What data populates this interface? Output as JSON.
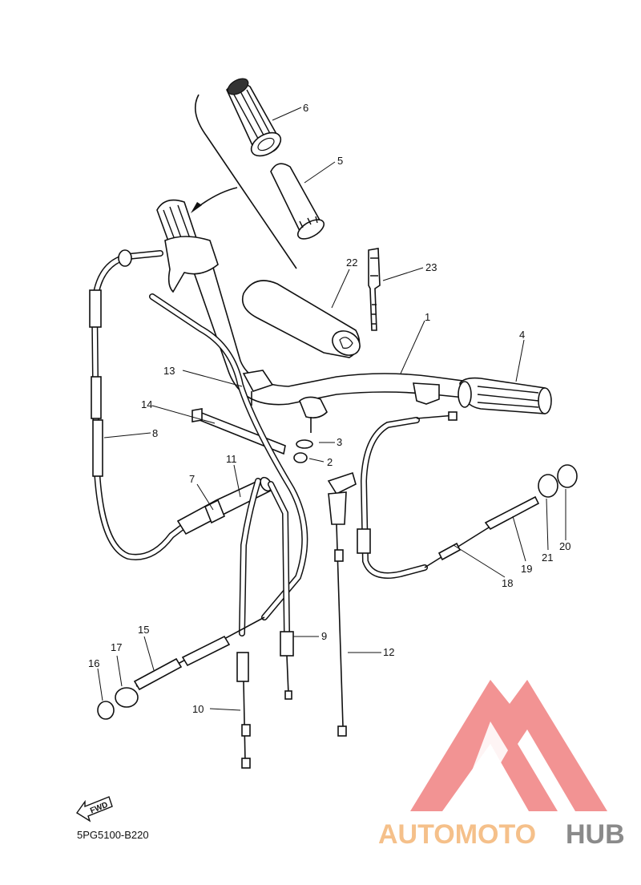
{
  "diagram": {
    "code": "5PG5100-B220",
    "direction_label": "FWD",
    "callouts": [
      "1",
      "2",
      "3",
      "4",
      "5",
      "6",
      "7",
      "8",
      "9",
      "10",
      "11",
      "12",
      "13",
      "14",
      "15",
      "16",
      "17",
      "18",
      "19",
      "20",
      "21",
      "22",
      "23"
    ]
  },
  "watermark": {
    "brand_part1": "AUTOMOTO",
    "brand_part2": "HUB",
    "color_red": "#f08080",
    "color_orange": "#f5c08a",
    "color_gray": "#8a8a8a"
  }
}
